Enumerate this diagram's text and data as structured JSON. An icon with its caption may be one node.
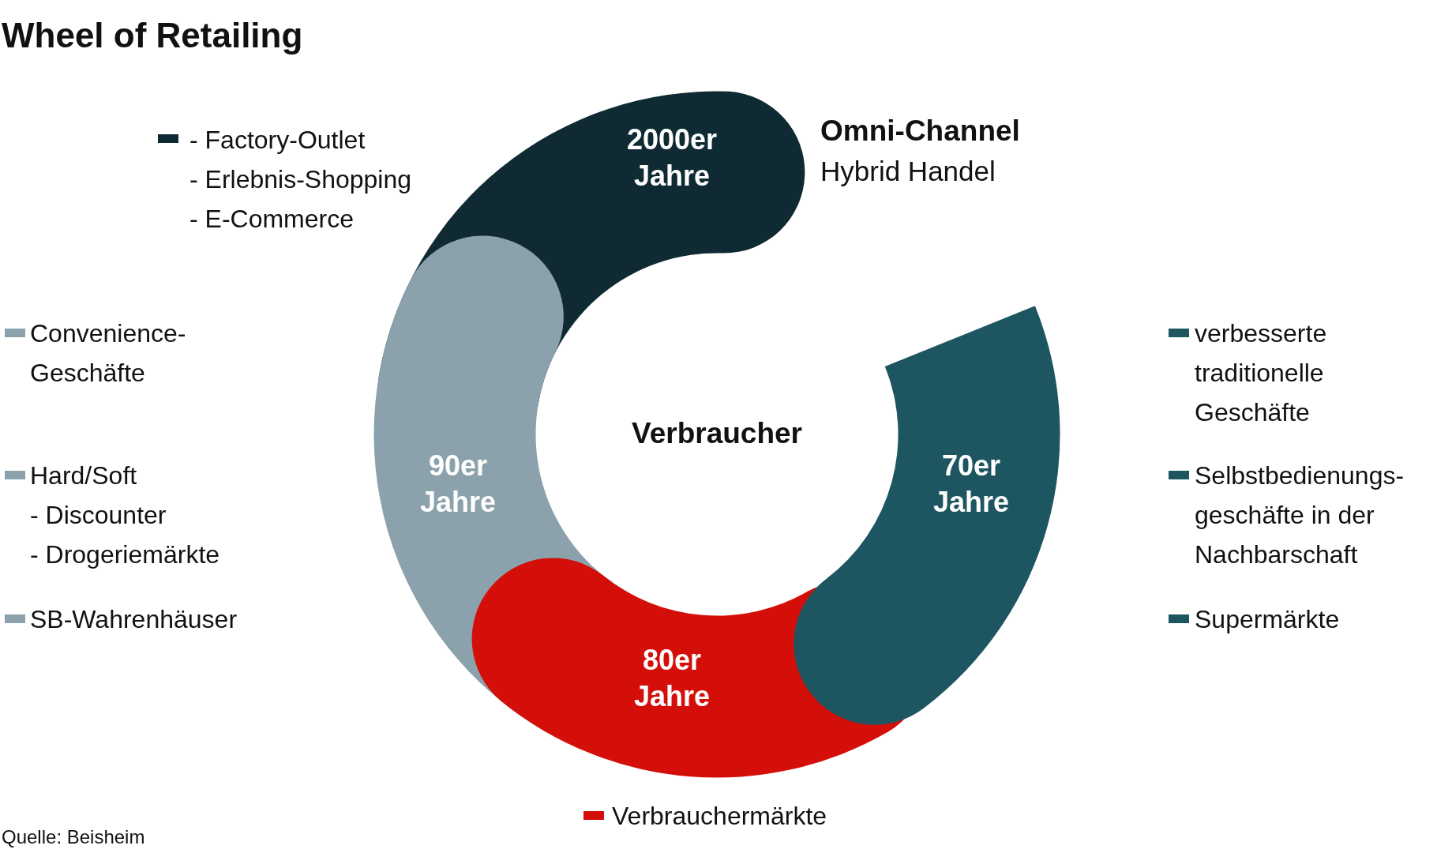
{
  "diagram": {
    "title": "Wheel of Retailing",
    "nodes": [
      {
        "text": [
          "2000er Jahre"
        ]
      },
      {
        "text": [
          "90er Jahre"
        ]
      },
      {
        "text": [
          "70er Jahre"
        ]
      },
      {
        "text": [
          "80er Jahre"
        ]
      }
    ],
    "edges": [],
    "labels": [
      "Omni-Channel",
      "Hybrid Handel",
      "Verbraucher",
      "Quelle: Beisheim"
    ],
    "legend": [
      {
        "text": "- Factory-Outlet - Erlebnis-Shopping - E-Commerce",
        "color": "#0f2a33"
      },
      {
        "text": "Convenience- Geschäfte",
        "color": "#8ba1ab"
      },
      {
        "text": "verbesserte traditionelle Geschäfte",
        "color": "#1d5660"
      },
      {
        "text": "Hard/Soft - Discounter - Drogeriemärkte",
        "color": "#8ba1ab"
      },
      {
        "text": "Selbstbedienungs- geschäfte in der Nachbarschaft",
        "color": "#1d5660"
      },
      {
        "text": "SB-Wahrenhäuser",
        "color": "#8ba1ab"
      },
      {
        "text": "Supermärkte",
        "color": "#1d5660"
      },
      {
        "text": "Verbrauchermärkte",
        "color": "#d40f0a"
      }
    ]
  }
}
